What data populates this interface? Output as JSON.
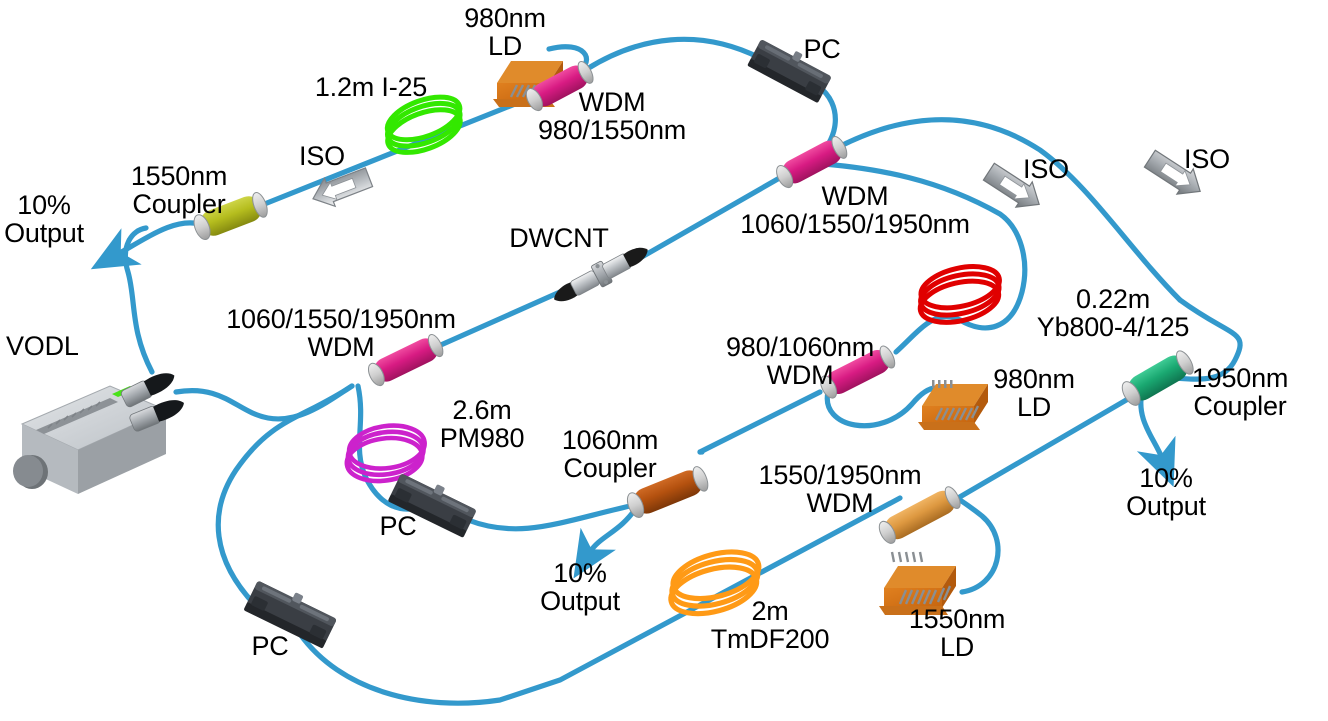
{
  "figure": {
    "kind": "optical-fiber-laser-schematic",
    "title": "Triple-wavelength mode-locked fiber laser cavity schematic",
    "background_color": "#ffffff",
    "fiber_color": "#3399cc",
    "text_color": "#000000"
  },
  "labels": {
    "ld_980_top": "980nm\nLD",
    "i25_coil": "1.2m I-25",
    "iso_top_left": "ISO",
    "wdm_980_1550": "WDM\n980/1550nm",
    "pc_top_right": "PC",
    "coupler_1550": "1550nm\nCoupler",
    "output_1550": "10%\nOutput",
    "iso_right_inner": "ISO",
    "iso_right_outer": "ISO",
    "wdm_1060_1550_1950_top": "WDM\n1060/1550/1950nm",
    "dwcnt": "DWCNT",
    "yb_coil": "0.22m\nYb800-4/125",
    "vodl": "VODL",
    "wdm_1060_1550_1950_left": "1060/1550/1950nm\nWDM",
    "wdm_980_1060": "980/1060nm\nWDM",
    "ld_980_right": "980nm\nLD",
    "coupler_1950": "1950nm\nCoupler",
    "output_1950": "10%\nOutput",
    "pm980_coil": "2.6m\nPM980",
    "pc_mid_left": "PC",
    "coupler_1060": "1060nm\nCoupler",
    "output_1060": "10%\nOutput",
    "wdm_1550_1950": "1550/1950nm\nWDM",
    "pc_bottom_left": "PC",
    "tmdf_coil": "2m\nTmDF200",
    "ld_1550": "1550nm\nLD"
  },
  "components": [
    {
      "name": "wdm-980-1550",
      "type": "wdm",
      "color": "#d81b83",
      "label": "WDM 980/1550nm"
    },
    {
      "name": "wdm-1060-1550-1950-top",
      "type": "wdm",
      "color": "#d81b83",
      "label": "WDM 1060/1550/1950nm"
    },
    {
      "name": "wdm-1060-1550-1950-left",
      "type": "wdm",
      "color": "#d81b83",
      "label": "1060/1550/1950nm WDM"
    },
    {
      "name": "wdm-980-1060",
      "type": "wdm",
      "color": "#d81b83",
      "label": "980/1060nm WDM"
    },
    {
      "name": "wdm-1550-1950",
      "type": "wdm",
      "color": "#e3a košt"
    },
    {
      "name": "coupler-1550",
      "type": "coupler",
      "color": "#b5bd1e",
      "label": "1550nm Coupler"
    },
    {
      "name": "coupler-1060",
      "type": "coupler",
      "color": "#b4510f",
      "label": "1060nm Coupler"
    },
    {
      "name": "coupler-1950",
      "type": "coupler",
      "color": "#1aa871",
      "label": "1950nm Coupler"
    },
    {
      "name": "coil-i25",
      "type": "fiber-coil",
      "color": "#33e800",
      "label": "1.2m I-25"
    },
    {
      "name": "coil-pm980",
      "type": "fiber-coil",
      "color": "#cc22cc",
      "label": "2.6m PM980"
    },
    {
      "name": "coil-yb800",
      "type": "fiber-coil",
      "color": "#e00000",
      "label": "0.22m Yb800-4/125"
    },
    {
      "name": "coil-tmdf200",
      "type": "fiber-coil",
      "color": "#ff9a16",
      "label": "2m TmDF200"
    },
    {
      "name": "ld-980-top",
      "type": "laser-diode",
      "color": "#d2691e",
      "label": "980nm LD"
    },
    {
      "name": "ld-980-right",
      "type": "laser-diode",
      "color": "#d2691e",
      "label": "980nm LD"
    },
    {
      "name": "ld-1550",
      "type": "laser-diode",
      "color": "#d2691e",
      "label": "1550nm LD"
    },
    {
      "name": "iso-top-left",
      "type": "isolator",
      "color": "#b0b4b8",
      "label": "ISO"
    },
    {
      "name": "iso-right-inner",
      "type": "isolator",
      "color": "#b0b4b8",
      "label": "ISO"
    },
    {
      "name": "iso-right-outer",
      "type": "isolator",
      "color": "#b0b4b8",
      "label": "ISO"
    },
    {
      "name": "pc-top-right",
      "type": "polarization-controller",
      "color": "#2e3136",
      "label": "PC"
    },
    {
      "name": "pc-mid-left",
      "type": "polarization-controller",
      "color": "#2e3136",
      "label": "PC"
    },
    {
      "name": "pc-bottom-left",
      "type": "polarization-controller",
      "color": "#2e3136",
      "label": "PC"
    },
    {
      "name": "vodl",
      "type": "variable-optical-delay-line",
      "color": "#c4c8cc",
      "label": "VODL"
    },
    {
      "name": "dwcnt",
      "type": "saturable-absorber",
      "color": "#9aa0a6",
      "label": "DWCNT"
    }
  ]
}
